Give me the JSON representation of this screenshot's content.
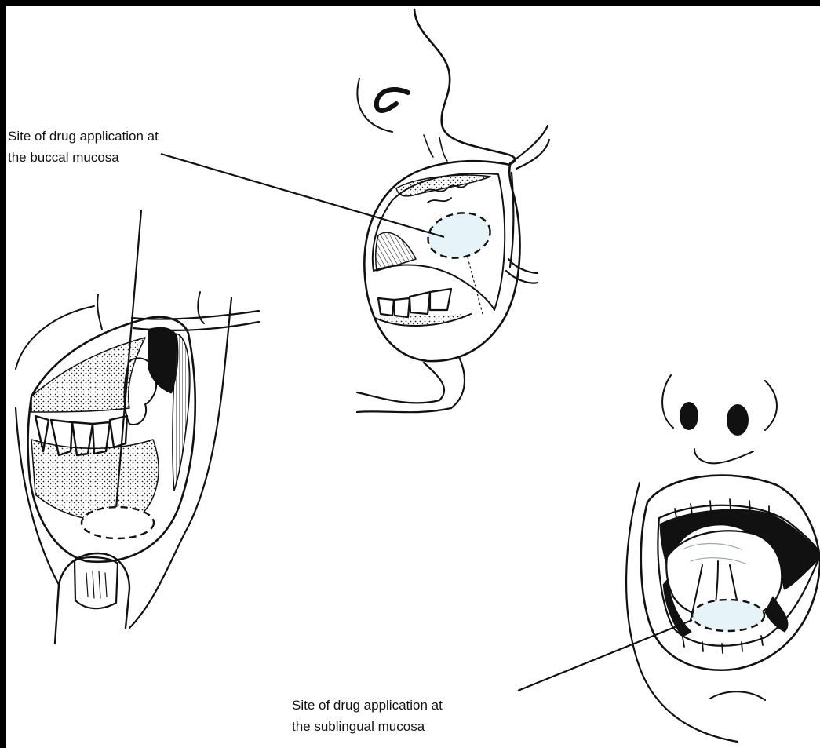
{
  "labels": {
    "buccal": {
      "line1": "Site of drug application at",
      "line2": "the buccal mucosa"
    },
    "sublingual": {
      "line1": "Site of drug application at",
      "line2": "the sublingual mucosa"
    }
  },
  "colors": {
    "background": "#ffffff",
    "frame": "#000000",
    "ink": "#111111",
    "application_site_fill": "#e6f3f8"
  }
}
